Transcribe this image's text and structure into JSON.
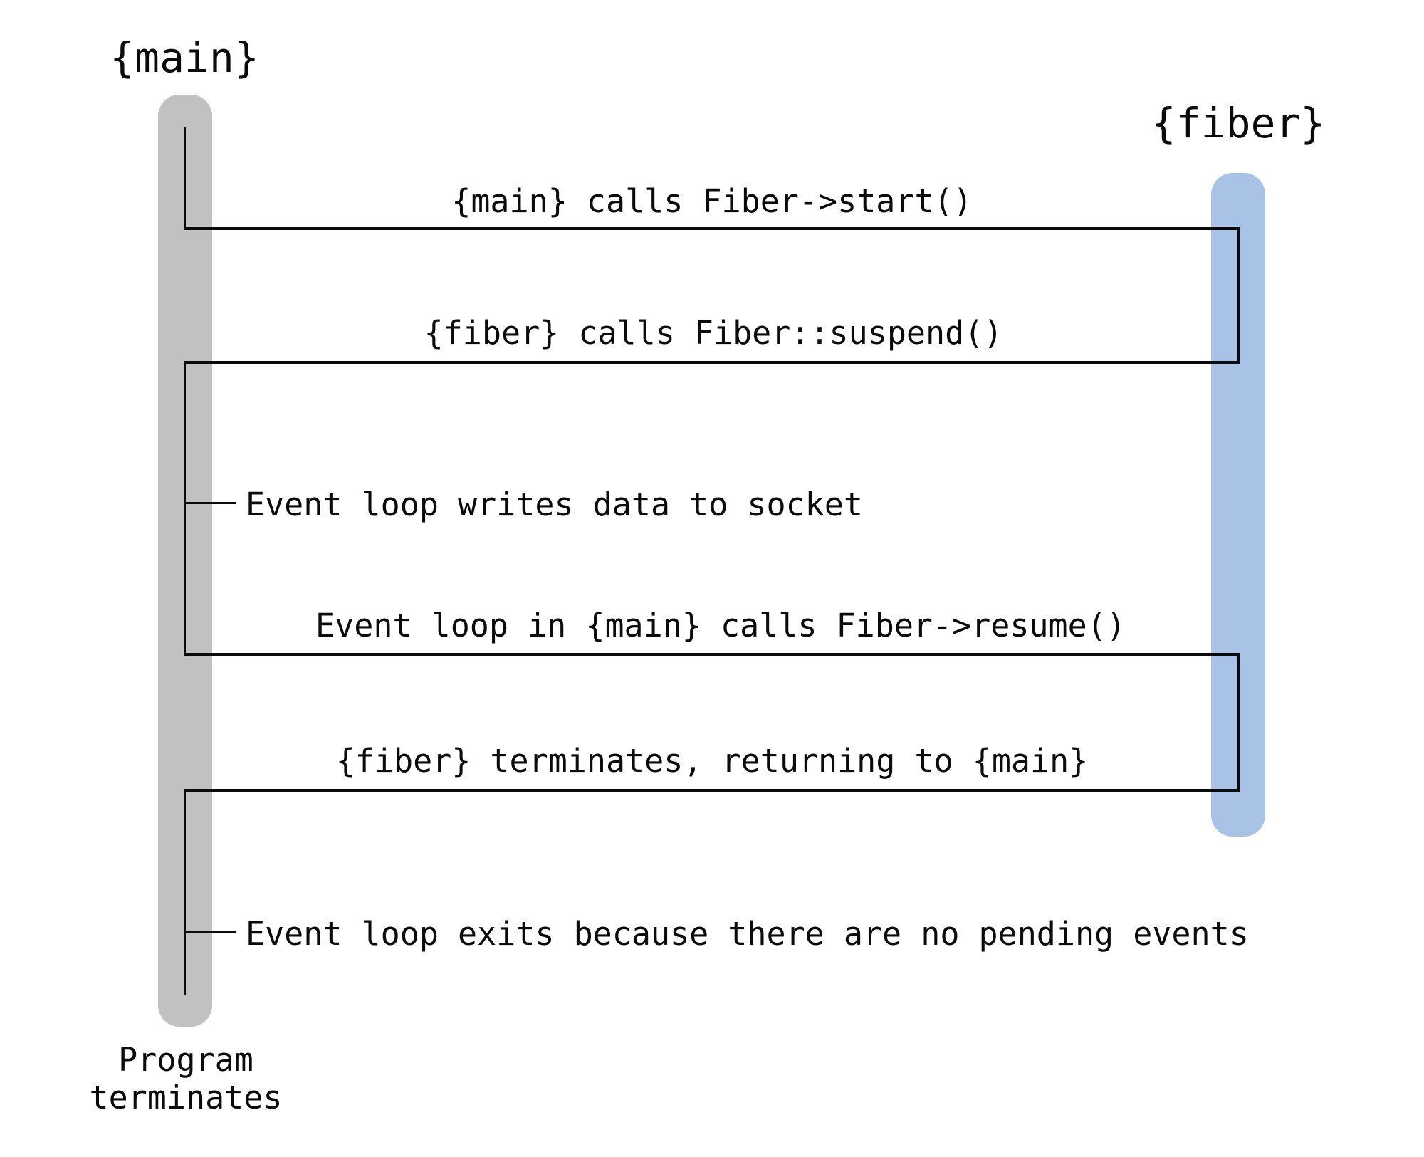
{
  "diagram": {
    "type": "sequence-diagram",
    "lanes": [
      {
        "id": "main",
        "label": "{main}",
        "bar_color": "#c1c1c1"
      },
      {
        "id": "fiber",
        "label": "{fiber}",
        "bar_color": "#a9c3e6"
      }
    ],
    "line_color": "#0b0b0b",
    "messages": [
      {
        "label": "{main} calls Fiber->start()",
        "kind": "call",
        "from": "main",
        "to": "fiber"
      },
      {
        "label": "{fiber} calls Fiber::suspend()",
        "kind": "call",
        "from": "fiber",
        "to": "main"
      },
      {
        "label": "Event loop writes data to socket",
        "kind": "note",
        "lane": "main"
      },
      {
        "label": "Event loop in {main} calls Fiber->resume()",
        "kind": "call",
        "from": "main",
        "to": "fiber"
      },
      {
        "label": "{fiber} terminates, returning to {main}",
        "kind": "return",
        "from": "fiber",
        "to": "main"
      },
      {
        "label": "Event loop exits because there are no pending events",
        "kind": "note",
        "lane": "main"
      }
    ],
    "footer": "Program terminates"
  }
}
